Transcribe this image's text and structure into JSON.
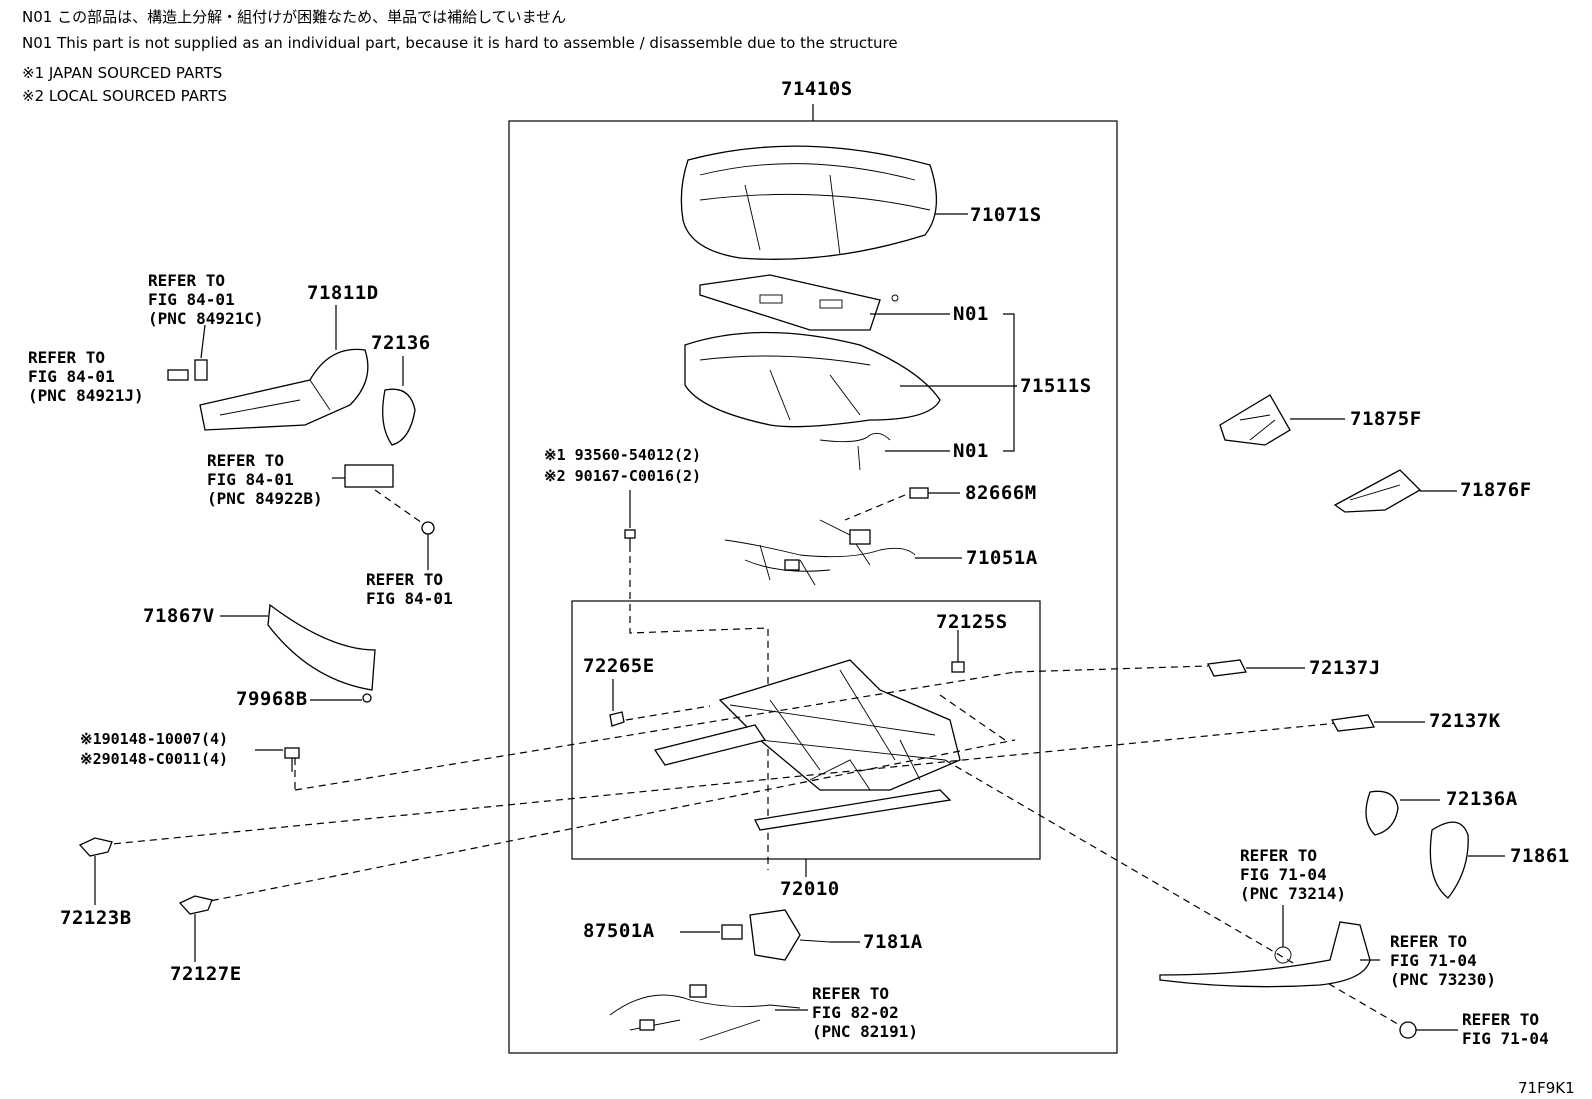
{
  "notes": {
    "n01_jp": "N01 この部品は、構造上分解・組付けが困難なため、単品では補給していません",
    "n01_en": "N01 This part is not supplied as an individual part, because it is hard to assemble / disassemble due to the structure",
    "mark1": "※1 JAPAN SOURCED PARTS",
    "mark2": "※2 LOCAL SOURCED PARTS"
  },
  "labels": {
    "p71410S": "71410S",
    "p71071S": "71071S",
    "n01_top": "N01",
    "n01_bottom": "N01",
    "p71511S": "71511S",
    "p82666M": "82666M",
    "p71051A": "71051A",
    "p72125S": "72125S",
    "p72265E": "72265E",
    "p72010": "72010",
    "p87501A": "87501A",
    "p7181A": "7181A",
    "p71811D": "71811D",
    "p72136": "72136",
    "p71867V": "71867V",
    "p79968B": "79968B",
    "p72123B": "72123B",
    "p72127E": "72127E",
    "p71875F": "71875F",
    "p71876F": "71876F",
    "p72137J": "72137J",
    "p72137K": "72137K",
    "p72136A": "72136A",
    "p71861": "71861",
    "diagram_code": "71F9K1"
  },
  "part_numbers": {
    "bolt_a1": "※1 93560-54012(2)",
    "bolt_a2": "※2 90167-C0016(2)",
    "bolt_b1": "※190148-10007(4)",
    "bolt_b2": "※290148-C0011(4)"
  },
  "refs": {
    "r84921C": {
      "l1": "REFER TO",
      "l2": "FIG 84-01",
      "l3": "(PNC 84921C)"
    },
    "r84921J": {
      "l1": "REFER TO",
      "l2": "FIG 84-01",
      "l3": "(PNC 84921J)"
    },
    "r84922B": {
      "l1": "REFER TO",
      "l2": "FIG 84-01",
      "l3": "(PNC 84922B)"
    },
    "r8401": {
      "l1": "REFER TO",
      "l2": "FIG 84-01"
    },
    "r73214": {
      "l1": "REFER TO",
      "l2": "FIG 71-04",
      "l3": "(PNC 73214)"
    },
    "r73230": {
      "l1": "REFER TO",
      "l2": "FIG 71-04",
      "l3": "(PNC 73230)"
    },
    "r7104": {
      "l1": "REFER TO",
      "l2": "FIG 71-04"
    },
    "r82191": {
      "l1": "REFER TO",
      "l2": "FIG 82-02",
      "l3": "(PNC 82191)"
    }
  }
}
